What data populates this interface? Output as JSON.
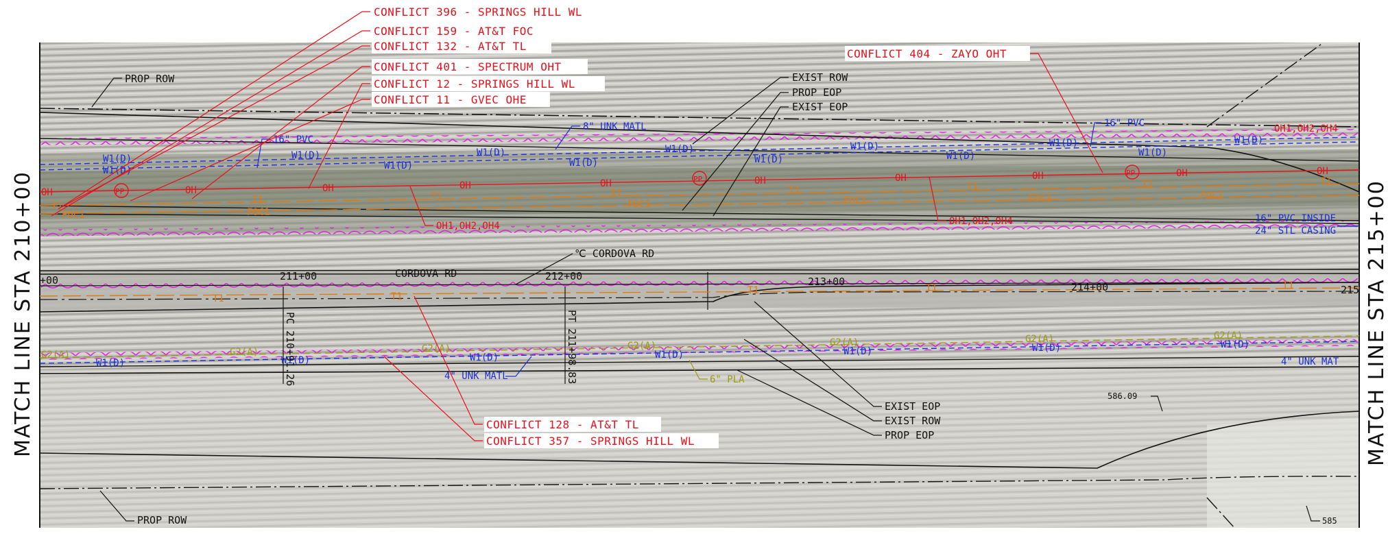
{
  "colors": {
    "conflict": "#e8101a",
    "water": "#1a2fd8",
    "overhead": "#e8101a",
    "telecom": "#e07a10",
    "gas": "#9c9a10",
    "tree_line": "#e020e0",
    "linework": "#111111",
    "aerial_background": "#c9c8c2"
  },
  "match_lines": {
    "left": "MATCH LINE STA 210+00",
    "right": "MATCH LINE STA 215+00"
  },
  "conflicts": {
    "c396": "CONFLICT 396 - SPRINGS HILL WL",
    "c159": "CONFLICT 159 - AT&T FOC",
    "c132": "CONFLICT 132 - AT&T TL",
    "c401": "CONFLICT 401 - SPECTRUM OHT",
    "c12": "CONFLICT 12 - SPRINGS HILL WL",
    "c11": "CONFLICT 11 - GVEC OHE",
    "c404": "CONFLICT 404 - ZAYO OHT",
    "c128": "CONFLICT 128 - AT&T TL",
    "c357": "CONFLICT 357 - SPRINGS HILL WL"
  },
  "callouts": {
    "prop_row_top": "PROP ROW",
    "prop_row_bottom": "PROP ROW",
    "exist_row_top": "EXIST ROW",
    "prop_eop_top": "PROP EOP",
    "exist_eop_top": "EXIST EOP",
    "exist_eop_bottom": "EXIST EOP",
    "exist_row_bottom": "EXIST ROW",
    "prop_eop_bottom": "PROP EOP",
    "pvc16_left": "16\" PVC",
    "unk8": "8\" UNK MATL",
    "pvc16_right": "16\" PVC",
    "pvc16_inside": "16\" PVC INSIDE",
    "stl_casing": "24\" STL CASING",
    "unk4_left": "4\" UNK MATL",
    "unk4_right": "4\" UNK MAT",
    "pla6": "6\" PLA",
    "oh_group_left": "OH1,OH2,OH4",
    "oh_group_mid": "OH1,OH2,OH4",
    "oh_group_right": "OH1,OH2,OH4"
  },
  "road": {
    "centerline_label": "℃ CORDOVA RD",
    "name": "CORDOVA RD",
    "pc": "PC 210+91.26",
    "pt": "PT 211+98.83",
    "stations": [
      "+00",
      "211+00",
      "212+00",
      "213+00",
      "214+00",
      "215"
    ]
  },
  "elevations": {
    "e1": "586.09",
    "e2": "585"
  },
  "utility_labels": {
    "water": "W1(D)",
    "overhead": "OH",
    "telecom": "T1",
    "fiber": "FOC1",
    "gas": "G2(A)",
    "pole": "PP"
  }
}
